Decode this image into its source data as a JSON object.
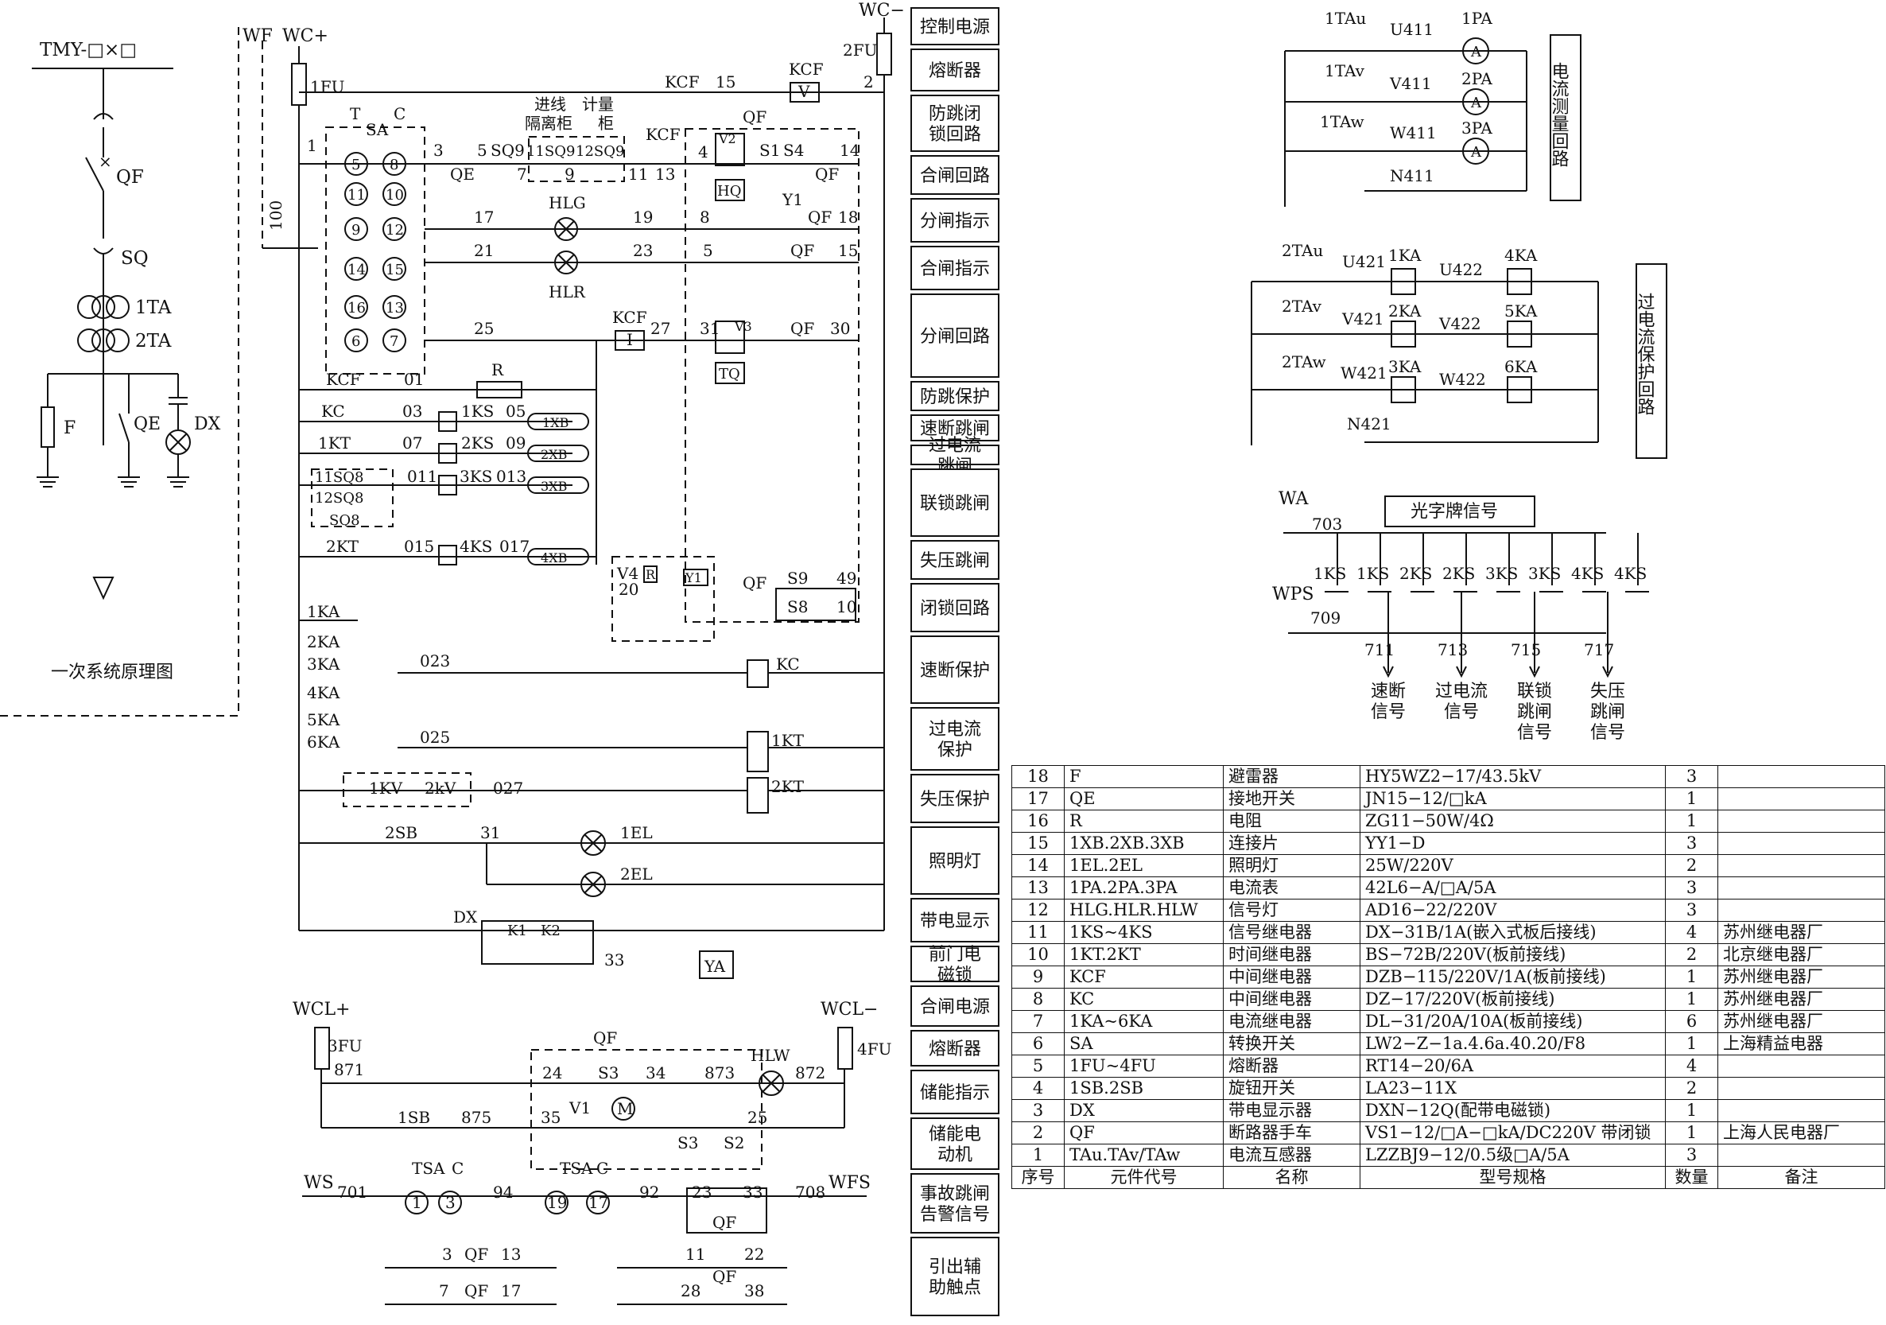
{
  "primary": {
    "busbar": "TMY-□×□",
    "qf": "QF",
    "sq": "SQ",
    "ta1": "1TA",
    "ta2": "2TA",
    "f": "F",
    "qe": "QE",
    "dx": "DX",
    "caption": "一次系统原理图"
  },
  "control": {
    "wf": "WF",
    "wc_plus": "WC+",
    "wc_minus": "WC−",
    "fu1": "1FU",
    "fu2": "2FU",
    "sa": "SA",
    "t": "T",
    "c": "C",
    "n100": "100",
    "n1": "1",
    "kcf": "KCF",
    "n01": "01",
    "sa_contacts": [
      "5",
      "11",
      "9",
      "14",
      "16",
      "6",
      "8",
      "10",
      "12",
      "15",
      "13",
      "7"
    ],
    "w3": "3",
    "w5": "5",
    "sq9": "SQ9",
    "qe": "QE",
    "jinxian": "进线",
    "jiliang": "计量",
    "gelichui": "隔离柜",
    "gui": "柜",
    "sq9_11": "11SQ9",
    "sq9_12": "12SQ9",
    "w7": "7",
    "w9": "9",
    "kcf15": "KCF",
    "w15": "15",
    "kcf_v": "KCF",
    "v": "V",
    "w2": "2",
    "kcf_c": "KCF",
    "w11": "11",
    "w13": "13",
    "qf_top": "QF",
    "w4": "4",
    "v2": "V2",
    "s1": "S1",
    "s4": "S4",
    "w14": "14",
    "hq": "HQ",
    "qf_c": "QF",
    "w17": "17",
    "hlg": "HLG",
    "w19": "19",
    "w8": "8",
    "y1": "Y1",
    "qf_y1": "QF",
    "w18": "18",
    "w21": "21",
    "hlr": "HLR",
    "w23": "23",
    "w5b": "5",
    "qf_15": "QF",
    "w15b": "15",
    "w25": "25",
    "kcf_i": "KCF",
    "i": "I",
    "w27": "27",
    "w31": "31",
    "v3": "V3",
    "qf_30": "QF",
    "w30": "30",
    "tq": "TQ",
    "r": "R",
    "kc": "KC",
    "w03": "03",
    "ks1": "1KS",
    "w05": "05",
    "xb1": "1XB",
    "kt1": "1KT",
    "w07": "07",
    "ks2": "2KS",
    "w09": "09",
    "xb2": "2XB",
    "sq8_11": "11SQ8",
    "sq8_12": "12SQ8",
    "sq8": "SQ8",
    "w011": "011",
    "ks3": "3KS",
    "w013": "013",
    "xb3": "3XB",
    "kt2": "2KT",
    "w015": "015",
    "ks4": "4KS",
    "w017": "017",
    "xb4": "4XB",
    "v4": "V4",
    "r_small": "R",
    "y1b": "Y1",
    "w20": "20",
    "qf_lk": "QF",
    "s9": "S9",
    "w49": "49",
    "s8": "S8",
    "w10": "10",
    "ka1": "1KA",
    "ka2": "2KA",
    "ka3": "3KA",
    "w023": "023",
    "kc_coil": "KC",
    "ka4": "4KA",
    "ka5": "5KA",
    "ka6": "6KA",
    "w025": "025",
    "kt1_coil": "1KT",
    "kv1": "1KV",
    "kv2": "2kV",
    "w027": "027",
    "kt2_coil": "2KT",
    "sb2": "2SB",
    "w31b": "31",
    "el1": "1EL",
    "el2": "2EL",
    "dx": "DX",
    "k1": "K1",
    "k2": "K2",
    "w33": "33",
    "ya": "YA",
    "wcl_plus": "WCL+",
    "wcl_minus": "WCL−",
    "fu3": "3FU",
    "fu4": "4FU",
    "w871": "871",
    "w872": "872",
    "qf_s": "QF",
    "w24": "24",
    "s3": "S3",
    "w34": "34",
    "w873": "873",
    "hlw": "HLW",
    "sb1": "1SB",
    "w875": "875",
    "w35": "35",
    "v1": "V1",
    "m": "M",
    "s3b": "S3",
    "s2": "S2",
    "w25b": "25",
    "ws": "WS",
    "w701": "701",
    "tsa1": "TSA",
    "c1": "C",
    "n1c": "1",
    "n3c": "3",
    "w94": "94",
    "tsa2": "TSA",
    "c2": "C",
    "n19": "19",
    "n17": "17",
    "w92": "92",
    "w23b": "23",
    "w33b": "33",
    "w708": "708",
    "wfs": "WFS",
    "qf_ws": "QF",
    "aux": [
      "3",
      "QF",
      "13",
      "11",
      "22",
      "7",
      "QF",
      "17",
      "28",
      "38"
    ],
    "aux_qf": "QF"
  },
  "func_col": [
    "控制电源",
    "熔断器",
    "防跳闭锁回路",
    "合闸回路",
    "分闸指示",
    "合闸指示",
    "分闸回路",
    "防跳保护",
    "速断跳闸",
    "过电流跳闸",
    "联锁跳闸",
    "失压跳闸",
    "闭锁回路",
    "速断保护",
    "过电流保护",
    "失压保护",
    "照明灯",
    "带电显示",
    "前门电磁锁",
    "合闸电源",
    "熔断器",
    "储能指示",
    "储能电动机",
    "事故跳闸告警信号",
    "引出辅助触点"
  ],
  "meas": {
    "ta1u": "1TAu",
    "ta1v": "1TAv",
    "ta1w": "1TAw",
    "u411": "U411",
    "v411": "V411",
    "w411": "W411",
    "n411": "N411",
    "pa1": "1PA",
    "pa2": "2PA",
    "pa3": "3PA",
    "a": "A",
    "label": "电流测量回路"
  },
  "prot": {
    "ta2u": "2TAu",
    "ta2v": "2TAv",
    "ta2w": "2TAw",
    "u421": "U421",
    "v421": "V421",
    "w421": "W421",
    "n421": "N421",
    "ka1": "1KA",
    "ka2": "2KA",
    "ka3": "3KA",
    "ka4": "4KA",
    "ka5": "5KA",
    "ka6": "6KA",
    "u422": "U422",
    "v422": "V422",
    "w422": "W422",
    "label": "过电流保护回路"
  },
  "signal": {
    "wa": "WA",
    "w703": "703",
    "title": "光字牌信号",
    "wps": "WPS",
    "w709": "709",
    "ks": [
      "1KS",
      "1KS",
      "2KS",
      "2KS",
      "3KS",
      "3KS",
      "4KS",
      "4KS"
    ],
    "outputs": [
      {
        "n": "711",
        "l1": "速断",
        "l2": "信号"
      },
      {
        "n": "713",
        "l1": "过电流",
        "l2": "信号"
      },
      {
        "n": "715",
        "l1": "联锁",
        "l2": "跳闸",
        "l3": "信号"
      },
      {
        "n": "717",
        "l1": "失压",
        "l2": "跳闸",
        "l3": "信号"
      }
    ]
  },
  "table": {
    "headers": [
      "序号",
      "元件代号",
      "名称",
      "型号规格",
      "数量",
      "备注"
    ],
    "rows": [
      [
        "18",
        "F",
        "避雷器",
        "HY5WZ2−17/43.5kV",
        "3",
        ""
      ],
      [
        "17",
        "QE",
        "接地开关",
        "JN15−12/□kA",
        "1",
        ""
      ],
      [
        "16",
        "R",
        "电阻",
        "ZG11−50W/4Ω",
        "1",
        ""
      ],
      [
        "15",
        "1XB.2XB.3XB",
        "连接片",
        "YY1−D",
        "3",
        ""
      ],
      [
        "14",
        "1EL.2EL",
        "照明灯",
        "25W/220V",
        "2",
        ""
      ],
      [
        "13",
        "1PA.2PA.3PA",
        "电流表",
        "42L6−A/□A/5A",
        "3",
        ""
      ],
      [
        "12",
        "HLG.HLR.HLW",
        "信号灯",
        "AD16−22/220V",
        "3",
        ""
      ],
      [
        "11",
        "1KS~4KS",
        "信号继电器",
        "DX−31B/1A(嵌入式板后接线)",
        "4",
        "苏州继电器厂"
      ],
      [
        "10",
        "1KT.2KT",
        "时间继电器",
        "BS−72B/220V(板前接线)",
        "2",
        "北京继电器厂"
      ],
      [
        "9",
        "KCF",
        "中间继电器",
        "DZB−115/220V/1A(板前接线)",
        "1",
        "苏州继电器厂"
      ],
      [
        "8",
        "KC",
        "中间继电器",
        "DZ−17/220V(板前接线)",
        "1",
        "苏州继电器厂"
      ],
      [
        "7",
        "1KA~6KA",
        "电流继电器",
        "DL−31/20A/10A(板前接线)",
        "6",
        "苏州继电器厂"
      ],
      [
        "6",
        "SA",
        "转换开关",
        "LW2−Z−1a.4.6a.40.20/F8",
        "1",
        "上海精益电器"
      ],
      [
        "5",
        "1FU~4FU",
        "熔断器",
        "RT14−20/6A",
        "4",
        ""
      ],
      [
        "4",
        "1SB.2SB",
        "旋钮开关",
        "LA23−11X",
        "2",
        ""
      ],
      [
        "3",
        "DX",
        "带电显示器",
        "DXN−12Q(配带电磁锁)",
        "1",
        ""
      ],
      [
        "2",
        "QF",
        "断路器手车",
        "VS1−12/□A−□kA/DC220V 带闭锁",
        "1",
        "上海人民电器厂"
      ],
      [
        "1",
        "TAu.TAv/TAw",
        "电流互感器",
        "LZZBJ9−12/0.5级□A/5A",
        "3",
        ""
      ]
    ]
  }
}
